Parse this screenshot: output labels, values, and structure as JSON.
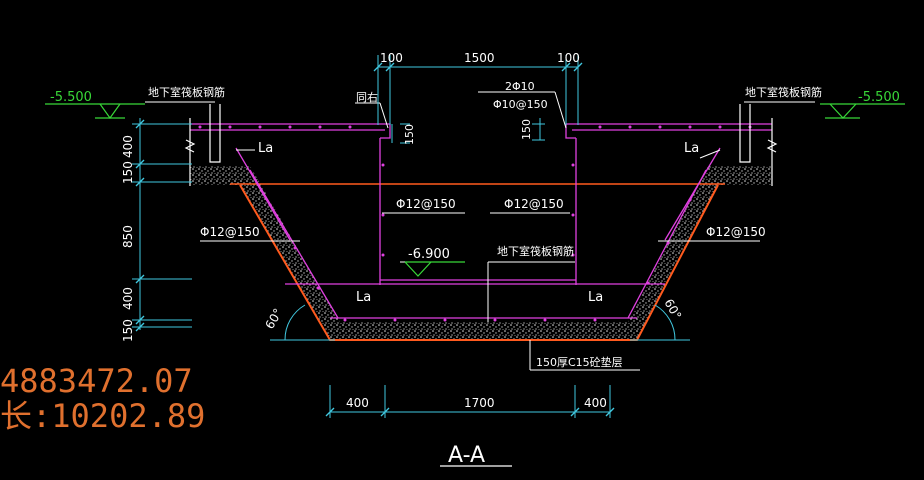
{
  "title": "A-A",
  "colors": {
    "background": "#000000",
    "dim": "#41c8e0",
    "text": "#ffffff",
    "rebar": "#e040e0",
    "concrete": "#e8e8e8",
    "level": "#38d838",
    "orange": "#ff5a1e",
    "coord": "#e0702e"
  },
  "levels": {
    "left": "-5.500",
    "right": "-5.500",
    "bottom": "-6.900"
  },
  "top_dims": {
    "left": "100",
    "middle": "1500",
    "right": "100"
  },
  "bottom_dims": {
    "left": "400",
    "middle": "1700",
    "right": "400"
  },
  "left_dims": {
    "d1": "400",
    "d2": "150",
    "d3": "850",
    "d4": "400",
    "d5": "150"
  },
  "side_dim_150": {
    "left": "150",
    "right": "150"
  },
  "labels": {
    "raft_rebar_left": "地下室筏板钢筋",
    "raft_rebar_right": "地下室筏板钢筋",
    "raft_rebar_bottom": "地下室筏板钢筋",
    "same_as": "同右",
    "top_bars": "2Φ10",
    "stirrup": "Φ10@150",
    "bar_left_slope": "Φ12@150",
    "bar_right_slope": "Φ12@150",
    "bar_mid_left": "Φ12@150",
    "bar_mid_right": "Φ12@150",
    "la": "La",
    "angle": "60°",
    "cushion": "150厚C15砼垫层"
  },
  "coords": {
    "line1": "4883472.07",
    "line2": "长:10202.89"
  }
}
